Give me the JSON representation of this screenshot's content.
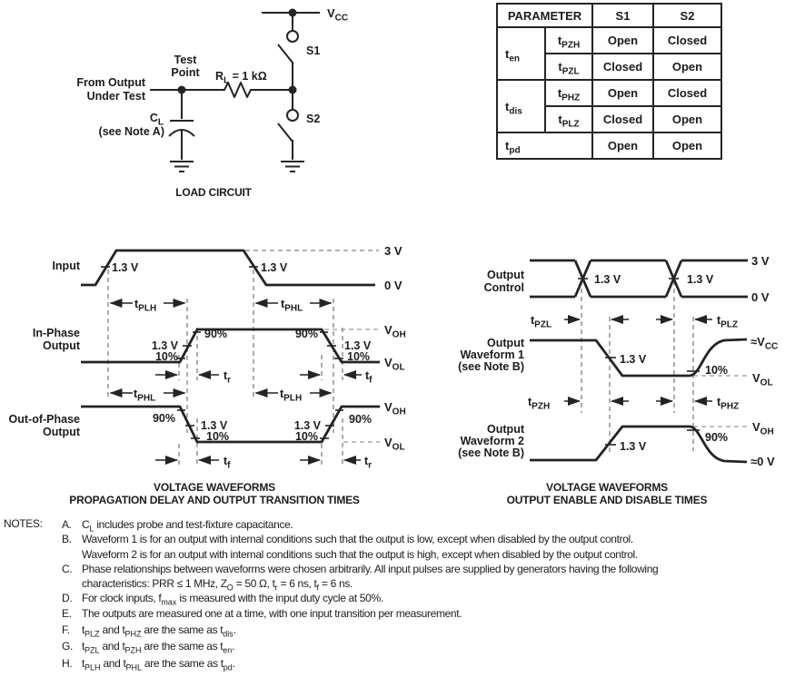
{
  "circuit": {
    "vcc_base": "V",
    "vcc_sub": "CC",
    "s1": "S1",
    "s2": "S2",
    "rl_base": "R",
    "rl_sub": "L",
    "rl_value": " = 1 kΩ",
    "test_point_l1": "Test",
    "test_point_l2": "Point",
    "from_output_l1": "From Output",
    "from_output_l2": "Under Test",
    "cl_base": "C",
    "cl_sub": "L",
    "cl_note": "(see Note A)",
    "caption": "LOAD CIRCUIT"
  },
  "table": {
    "header_parameter": "PARAMETER",
    "header_s1": "S1",
    "header_s2": "S2",
    "t": "t",
    "en_sub": "en",
    "dis_sub": "dis",
    "pd_sub": "pd",
    "pzh_sub": "PZH",
    "pzl_sub": "PZL",
    "phz_sub": "PHZ",
    "plz_sub": "PLZ",
    "pzh_s1": "Open",
    "pzh_s2": "Closed",
    "pzl_s1": "Closed",
    "pzl_s2": "Open",
    "phz_s1": "Open",
    "phz_s2": "Closed",
    "plz_s1": "Closed",
    "plz_s2": "Open",
    "pd_s1": "Open",
    "pd_s2": "Open"
  },
  "left": {
    "input": "Input",
    "in_phase_l1": "In-Phase",
    "in_phase_l2": "Output",
    "out_phase_l1": "Out-of-Phase",
    "out_phase_l2": "Output",
    "v3": "3 V",
    "v0": "0 V",
    "v13": "1.3 V",
    "p90": "90%",
    "p10": "10%",
    "t": "t",
    "plh": "PLH",
    "phl": "PHL",
    "r": "r",
    "f": "f",
    "voh_base": "V",
    "voh_sub": "OH",
    "vol_base": "V",
    "vol_sub": "OL",
    "caption_l1": "VOLTAGE WAVEFORMS",
    "caption_l2": "PROPAGATION DELAY AND OUTPUT TRANSITION TIMES"
  },
  "right": {
    "control_l1": "Output",
    "control_l2": "Control",
    "w1_l1": "Output",
    "w1_l2": "Waveform 1",
    "w1_l3": "(see Note B)",
    "w2_l1": "Output",
    "w2_l2": "Waveform 2",
    "w2_l3": "(see Note B)",
    "v3": "3 V",
    "v0": "0 V",
    "v13": "1.3 V",
    "p90": "90%",
    "p10": "10%",
    "t": "t",
    "pzl": "PZL",
    "plz": "PLZ",
    "pzh": "PZH",
    "phz": "PHZ",
    "approx_vcc_base": "≈V",
    "approx_vcc_sub": "CC",
    "approx_0v": "≈0 V",
    "voh_base": "V",
    "voh_sub": "OH",
    "vol_base": "V",
    "vol_sub": "OL",
    "caption_l1": "VOLTAGE WAVEFORMS",
    "caption_l2": "OUTPUT ENABLE AND DISABLE TIMES"
  },
  "notes": {
    "title": "NOTES:",
    "items": [
      {
        "letter": "A.",
        "segments": [
          {
            "t": "C"
          },
          {
            "sub": "L"
          },
          {
            "t": " includes probe and test-fixture capacitance."
          }
        ]
      },
      {
        "letter": "B.",
        "segments": [
          {
            "t": "Waveform 1 is for an output with internal conditions such that the output is low, except when disabled by the output control."
          },
          {
            "br": true
          },
          {
            "t": "Waveform 2 is for an output with internal conditions such that the output is high, except when disabled by the output control."
          }
        ]
      },
      {
        "letter": "C.",
        "segments": [
          {
            "t": "Phase relationships between waveforms were chosen arbitrarily. All input pulses are supplied by generators having the following"
          },
          {
            "br": true
          },
          {
            "t": "characteristics: PRR ≤ 1 MHz, Z"
          },
          {
            "sub": "O"
          },
          {
            "t": " = 50 Ω, t"
          },
          {
            "sub": "r"
          },
          {
            "t": " = 6 ns, t"
          },
          {
            "sub": "f"
          },
          {
            "t": " = 6 ns."
          }
        ]
      },
      {
        "letter": "D.",
        "segments": [
          {
            "t": "For clock inputs, f"
          },
          {
            "sub": "max"
          },
          {
            "t": " is measured with the input duty cycle at 50%."
          }
        ]
      },
      {
        "letter": "E.",
        "segments": [
          {
            "t": "The outputs are measured one at a time, with one input transition per measurement."
          }
        ]
      },
      {
        "letter": "F.",
        "segments": [
          {
            "t": "t"
          },
          {
            "sub": "PLZ"
          },
          {
            "t": " and t"
          },
          {
            "sub": "PHZ"
          },
          {
            "t": " are the same as t"
          },
          {
            "sub": "dis"
          },
          {
            "t": "."
          }
        ]
      },
      {
        "letter": "G.",
        "segments": [
          {
            "t": "t"
          },
          {
            "sub": "PZL"
          },
          {
            "t": " and t"
          },
          {
            "sub": "PZH"
          },
          {
            "t": " are the same as t"
          },
          {
            "sub": "en"
          },
          {
            "t": "."
          }
        ]
      },
      {
        "letter": "H.",
        "segments": [
          {
            "t": "t"
          },
          {
            "sub": "PLH"
          },
          {
            "t": " and t"
          },
          {
            "sub": "PHL"
          },
          {
            "t": " are the same as t"
          },
          {
            "sub": "pd"
          },
          {
            "t": "."
          }
        ]
      }
    ]
  }
}
